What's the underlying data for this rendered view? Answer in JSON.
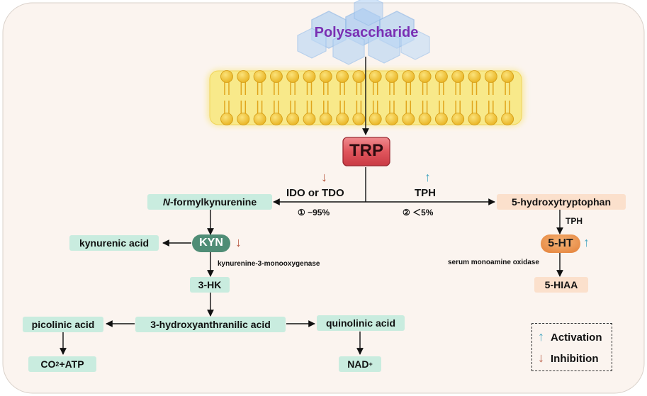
{
  "title": "Polysaccharide",
  "center_node": "TRP",
  "enzymes": {
    "ido_tdo": "IDO or TDO",
    "tph": "TPH",
    "tph2": "TPH",
    "kmo": "kynurenine-3-monooxygenase",
    "mao": "serum monoamine oxidase"
  },
  "percent": {
    "left": "① ~95%",
    "right": "② ＜5%"
  },
  "kynurenine_pathway": {
    "n_formylkynurenine_italic": "N",
    "n_formylkynurenine_rest": "-formylkynurenine",
    "kyn": "KYN",
    "kynurenic_acid": "kynurenic acid",
    "hk3": "3-HK",
    "haa3": "3-hydroxyanthranilic acid",
    "picolinic_acid": "picolinic acid",
    "quinolinic_acid": "quinolinic acid",
    "co2_main": "CO",
    "co2_sub": "2",
    "co2_rest": "+ATP",
    "nad_main": "NAD",
    "nad_sup": "+"
  },
  "serotonin_pathway": {
    "htp5": "5-hydroxytryptophan",
    "ht5": "5-HT",
    "hiaa5": "5-HIAA"
  },
  "legend": {
    "activation_arrow": "↑",
    "activation": "Activation",
    "inhibition_arrow": "↓",
    "inhibition": "Inhibition"
  },
  "arrows": {
    "up": "↑",
    "down": "↓"
  },
  "colors": {
    "background_panel": "#fbf4ef",
    "membrane_yellow": "#f8e98a",
    "lipid_head": "#f2c93a",
    "trp_red": "#e0555c",
    "teal_box": "#c9ecdf",
    "kyn_green": "#4f8d76",
    "peach_box": "#fbe0cc",
    "ht5_orange": "#ee9a55",
    "title_purple": "#7a2fb3",
    "activation": "#4aa7c2",
    "inhibition": "#b5533c"
  }
}
